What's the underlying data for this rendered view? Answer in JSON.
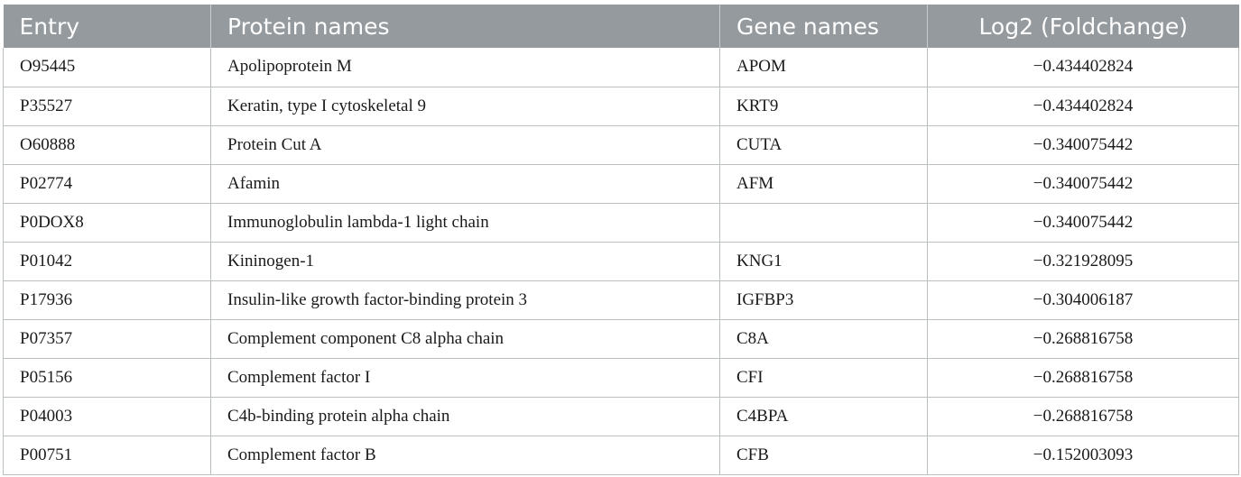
{
  "table": {
    "columns": [
      {
        "key": "entry",
        "label": "Entry",
        "align": "left"
      },
      {
        "key": "protein",
        "label": "Protein names",
        "align": "left"
      },
      {
        "key": "gene",
        "label": "Gene names",
        "align": "left"
      },
      {
        "key": "log2",
        "label": "Log2 (Foldchange)",
        "align": "center"
      }
    ],
    "header_background": "#949a9e",
    "header_text_color": "#ffffff",
    "border_color": "#b9bec1",
    "rows": [
      {
        "entry": "O95445",
        "protein": "Apolipoprotein M",
        "gene": "APOM",
        "log2": "−0.434402824"
      },
      {
        "entry": "P35527",
        "protein": "Keratin, type I cytoskeletal 9",
        "gene": "KRT9",
        "log2": "−0.434402824"
      },
      {
        "entry": "O60888",
        "protein": "Protein Cut A",
        "gene": "CUTA",
        "log2": "−0.340075442"
      },
      {
        "entry": "P02774",
        "protein": "Afamin",
        "gene": "AFM",
        "log2": "−0.340075442"
      },
      {
        "entry": "P0DOX8",
        "protein": "Immunoglobulin lambda-1 light chain",
        "gene": "",
        "log2": "−0.340075442"
      },
      {
        "entry": "P01042",
        "protein": "Kininogen-1",
        "gene": "KNG1",
        "log2": "−0.321928095"
      },
      {
        "entry": "P17936",
        "protein": "Insulin-like growth factor-binding protein 3",
        "gene": "IGFBP3",
        "log2": "−0.304006187"
      },
      {
        "entry": "P07357",
        "protein": "Complement component C8 alpha chain",
        "gene": "C8A",
        "log2": "−0.268816758"
      },
      {
        "entry": "P05156",
        "protein": "Complement factor I",
        "gene": "CFI",
        "log2": "−0.268816758"
      },
      {
        "entry": "P04003",
        "protein": "C4b-binding protein alpha chain",
        "gene": "C4BPA",
        "log2": "−0.268816758"
      },
      {
        "entry": "P00751",
        "protein": "Complement factor B",
        "gene": "CFB",
        "log2": "−0.152003093"
      }
    ]
  }
}
